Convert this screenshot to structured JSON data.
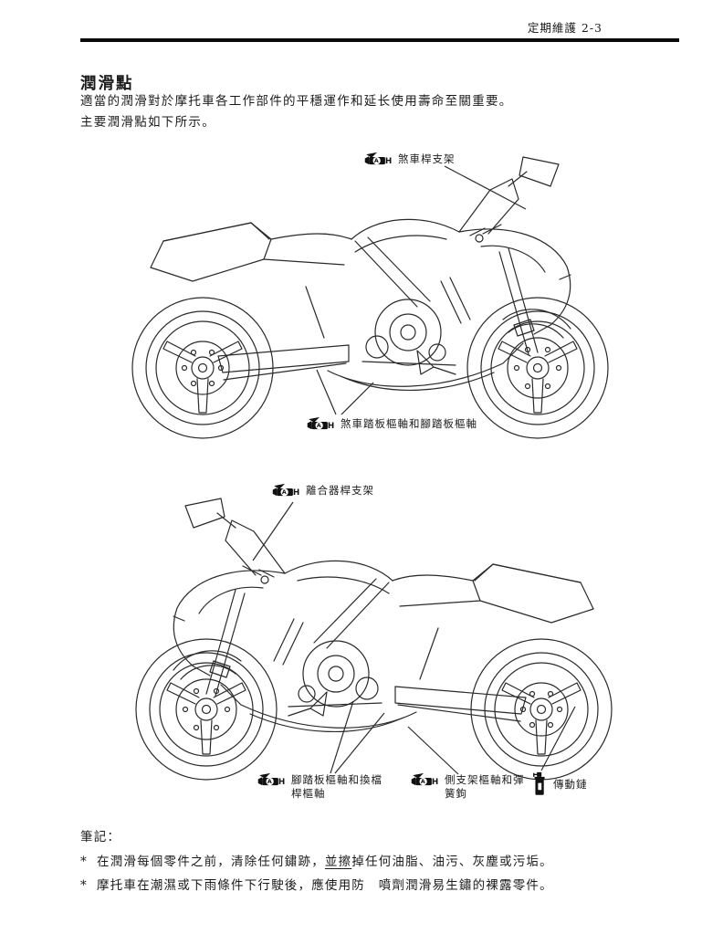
{
  "header": {
    "page_label": "定期維護 2-3"
  },
  "title": "潤滑點",
  "intro": {
    "line1": "適當的潤滑對於摩托車各工作部件的平穩運作和延长使用壽命至關重要。",
    "line2": "主要潤滑點如下所示。"
  },
  "icons": {
    "grease_letter": "A",
    "grease_suffix": "H"
  },
  "labels": {
    "brake_lever": "煞車桿支架",
    "brake_pedal": "煞車踏板樞軸和腳踏板樞軸",
    "clutch_lever": "離合器桿支架",
    "footrest_line1": "腳踏板樞軸和換檔",
    "footrest_line2": "桿樞軸",
    "sidestand_line1": "側支架樞軸和彈",
    "sidestand_line2": "簧鉤",
    "drive_chain": "傳動鏈"
  },
  "notes": {
    "heading": "筆記：",
    "bullet": "*",
    "item1_pre": "在潤滑每個零件之前，清除任何鏽跡，",
    "item1_underline": "並擦",
    "item1_post": "掉任何油脂、油污、灰塵或污垢。",
    "item2": "摩托車在潮濕或下雨條件下行駛後，應使用防　噴劑潤滑易生鏽的裸露零件。"
  }
}
